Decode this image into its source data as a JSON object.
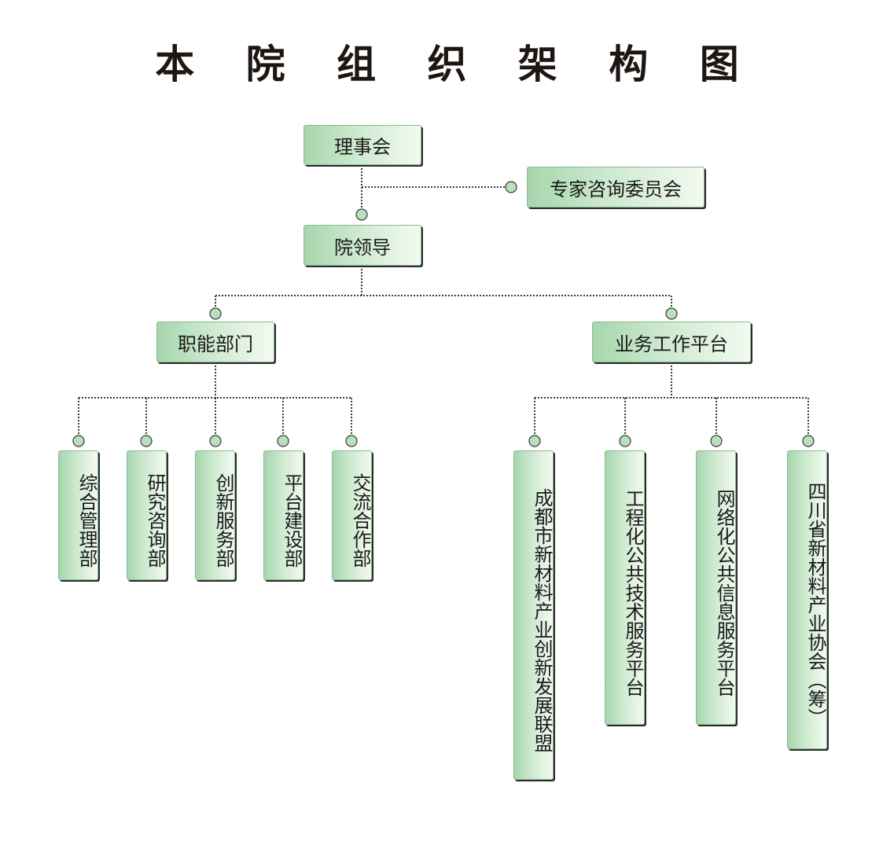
{
  "title": "本 院 组 织 架 构 图",
  "nodes": {
    "board": "理事会",
    "expert_committee": "专家咨询委员会",
    "leadership": "院领导",
    "functional_depts": "职能部门",
    "business_platforms": "业务工作平台",
    "dept_general": "综合管理部",
    "dept_research": "研究咨询部",
    "dept_innovation": "创新服务部",
    "dept_platform": "平台建设部",
    "dept_exchange": "交流合作部",
    "plat_alliance": "成都市新材料产业创新发展联盟",
    "plat_engineering": "工程化公共技术服务平台",
    "plat_network": "网络化公共信息服务平台",
    "plat_association": "四川省新材料产业协会（筹）"
  },
  "colors": {
    "node_gradient_start": "#a6d6ad",
    "node_gradient_end": "#f3faf1",
    "connector_dot_fill": "#b9e0bd",
    "connector_line": "#3a3a3a"
  }
}
